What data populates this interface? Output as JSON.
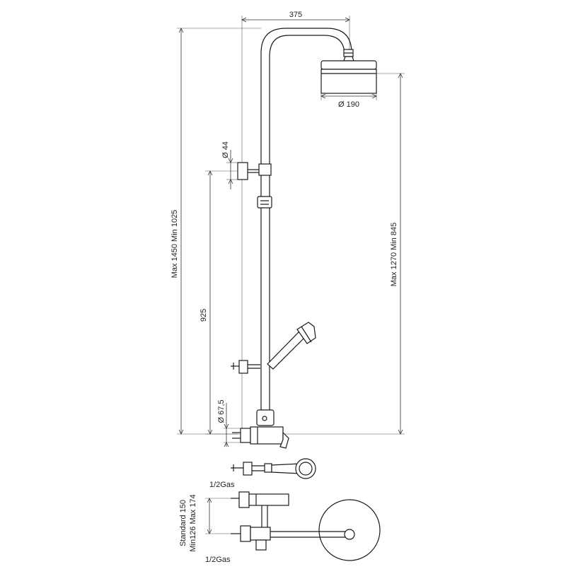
{
  "dimensions": {
    "width_top": "375",
    "head_diameter": "Ø 190",
    "wall_bracket_diameter": "Ø 44",
    "left_height": "Max 1450   Min 1025",
    "right_height": "Max 1270  Min 845",
    "rail_height": "925",
    "mixer_diameter": "Ø 67,5"
  },
  "bottom_views": {
    "inlet_label_top": "1/2Gas",
    "inlet_label_bottom": "1/2Gas",
    "spacing_label": "Standard 150",
    "spacing_range": "Min126  Max 174"
  },
  "colors": {
    "line": "#1a1a1a",
    "dimension": "#333333"
  }
}
